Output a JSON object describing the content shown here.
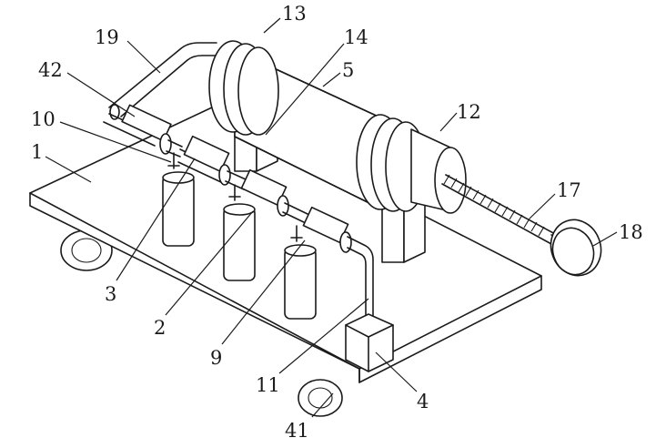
{
  "labels": {
    "l1": "1",
    "l2": "2",
    "l3": "3",
    "l4": "4",
    "l5": "5",
    "l9": "9",
    "l10": "10",
    "l11": "11",
    "l12": "12",
    "l13": "13",
    "l14": "14",
    "l17": "17",
    "l18": "18",
    "l19": "19",
    "l41": "41",
    "l42": "42"
  }
}
